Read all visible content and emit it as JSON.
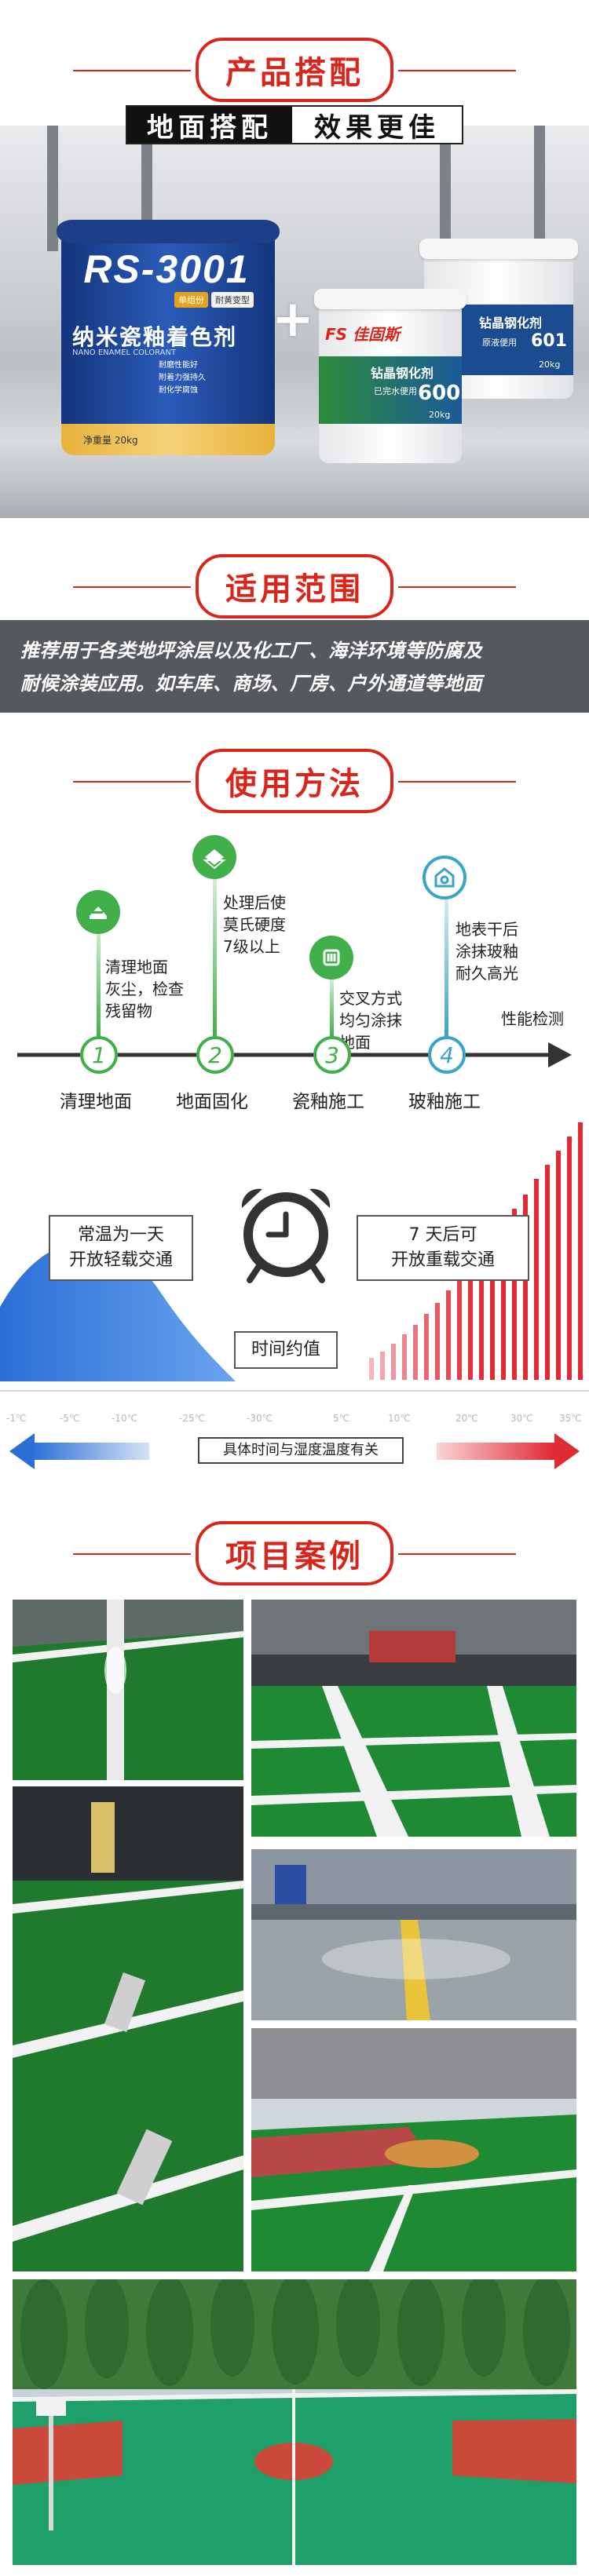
{
  "product_section": {
    "title": "产品搭配",
    "subtitle_left": "地面搭配",
    "subtitle_right": "效果更佳",
    "main_product": {
      "brand": "RS-3001",
      "tags": [
        "单组份",
        "耐黄变型"
      ],
      "name": "纳米瓷釉着色剂",
      "english": "NANO ENAMEL COLORANT",
      "features": [
        "耐磨性能好",
        "附着力强持久",
        "耐化学腐蚀"
      ],
      "weight": "净重量 20kg"
    },
    "pail_600": {
      "logo": "FS 佳固斯",
      "label": "钻晶钢化剂",
      "number": "600",
      "note": "已完水便用",
      "weight": "20kg"
    },
    "pail_601": {
      "label": "钻晶钢化剂",
      "number": "601",
      "note": "原液便用",
      "weight": "20kg"
    }
  },
  "scope_section": {
    "title": "适用范围",
    "line1": "推荐用于各类地坪涂层以及化工厂、海洋环境等防腐及",
    "line2": "耐候涂装应用。如车库、商场、厂房、户外通道等地面"
  },
  "method_section": {
    "title": "使用方法",
    "performance_label": "性能检测",
    "steps": [
      {
        "num": "1",
        "label": "清理地面",
        "desc": [
          "清理地面",
          "灰尘，检查",
          "残留物"
        ]
      },
      {
        "num": "2",
        "label": "地面固化",
        "desc": [
          "处理后使",
          "莫氏硬度",
          "7级以上"
        ]
      },
      {
        "num": "3",
        "label": "瓷釉施工",
        "desc": [
          "交叉方式",
          "均匀涂抹",
          "地面"
        ]
      },
      {
        "num": "4",
        "label": "玻釉施工",
        "desc": [
          "地表干后",
          "涂抹玻釉",
          "耐久高光"
        ]
      }
    ],
    "left_box": [
      "常温为一天",
      "开放轻载交通"
    ],
    "right_box": [
      "7 天后可",
      "开放重载交通"
    ],
    "time_label": "时间约值",
    "temperatures_cold": [
      "-1℃",
      "-5℃",
      "-10℃",
      "-25℃",
      "-30℃"
    ],
    "temperatures_hot": [
      "5℃",
      "10℃",
      "20℃",
      "30℃",
      "35℃"
    ],
    "arrow_note": "具体时间与湿度温度有关",
    "colors": {
      "green": "#42b04a",
      "blue": "#2b6fd6",
      "red": "#e02a34"
    }
  },
  "cases_section": {
    "title": "项目案例"
  }
}
